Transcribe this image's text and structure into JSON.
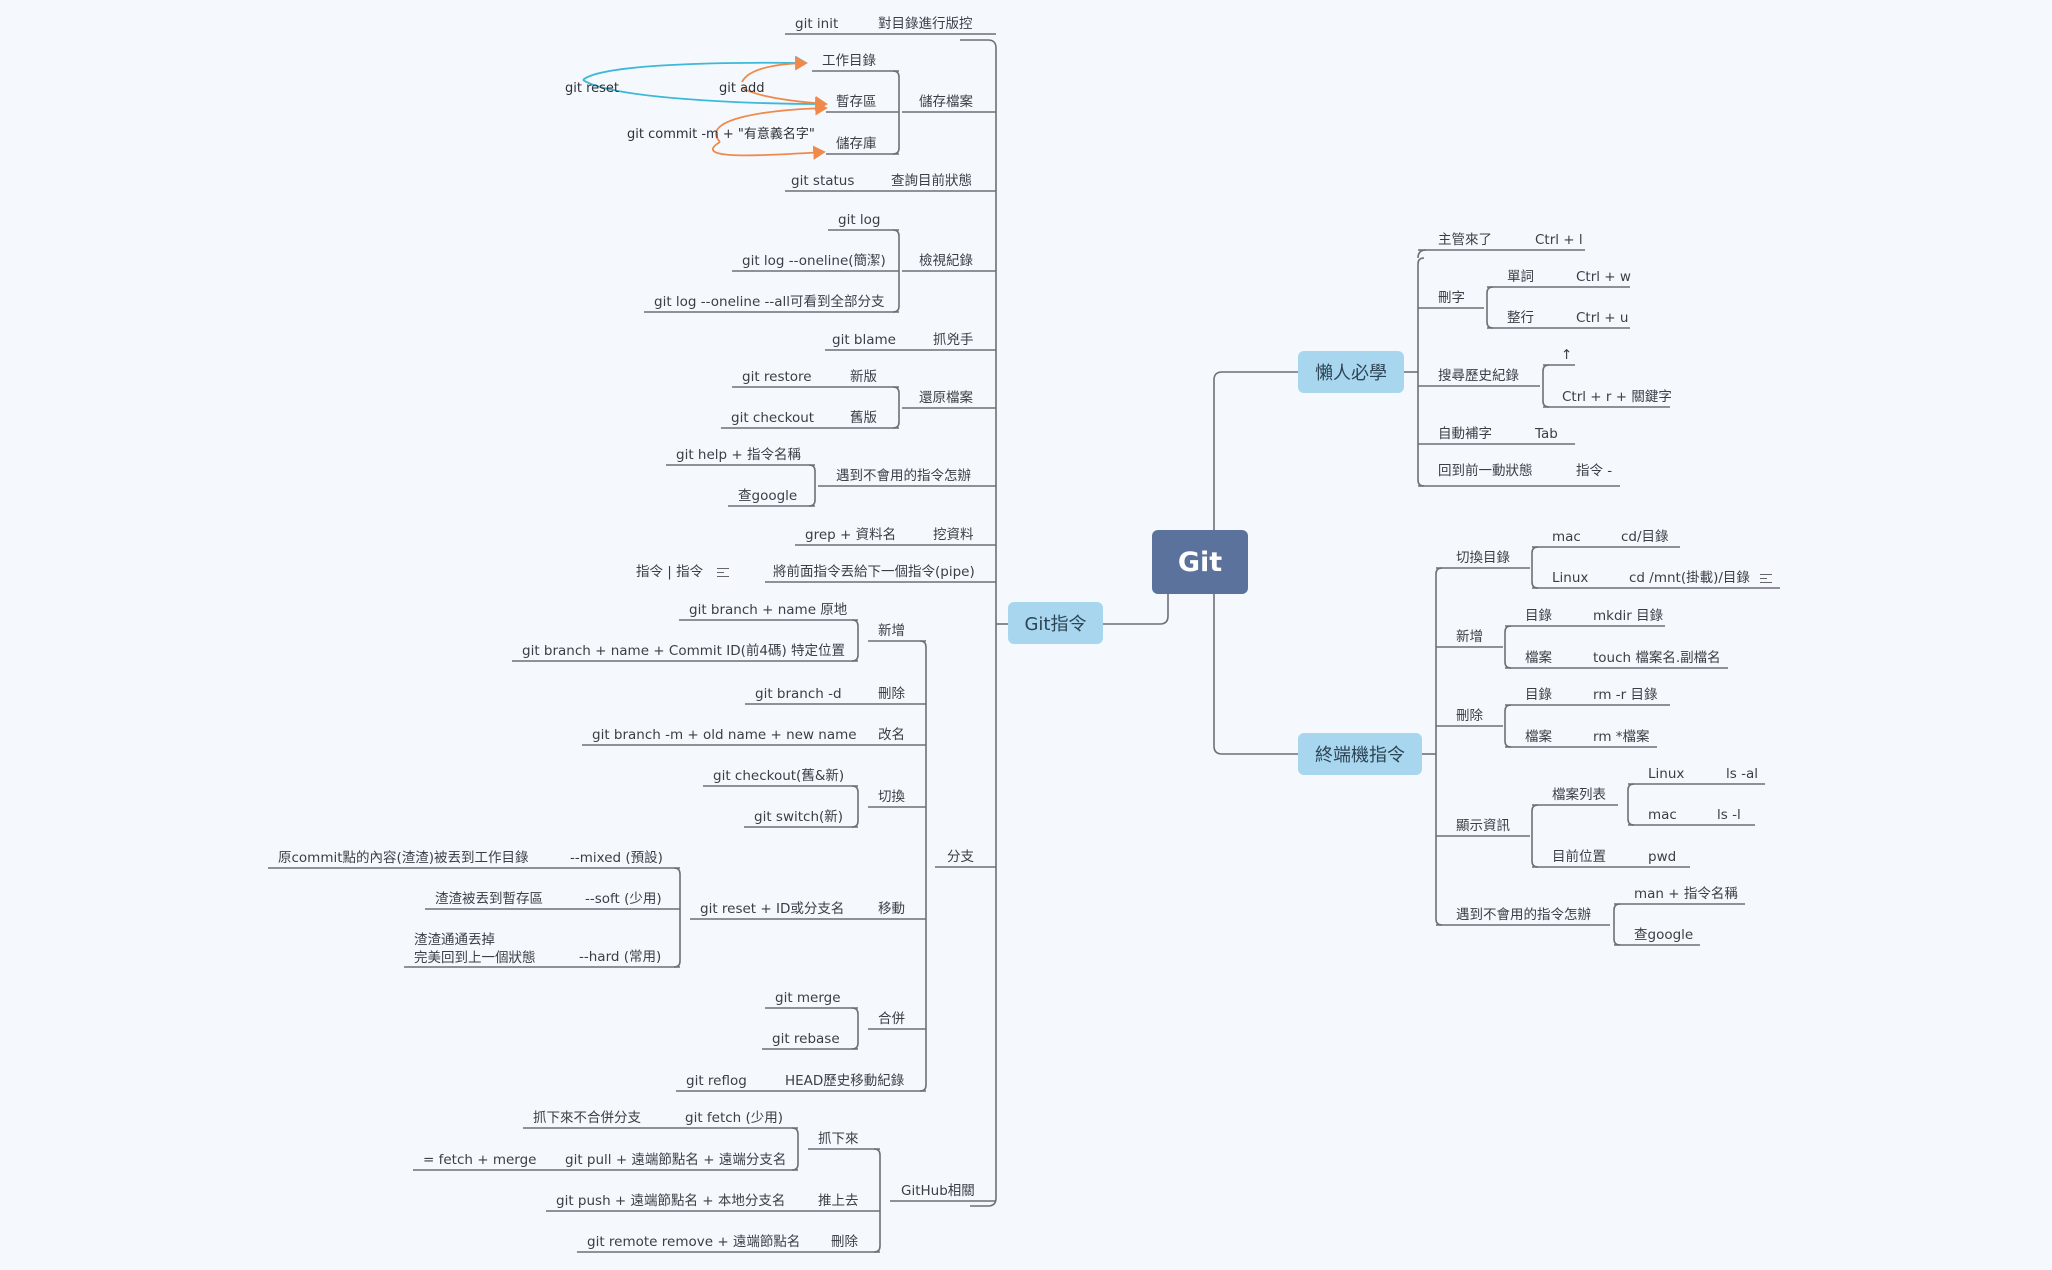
{
  "colors": {
    "background": "#f5f9fd",
    "root_fill": "#5a729c",
    "main_fill": "#a8d6ee",
    "line": "#6d7077",
    "arrow_blue": "#3cb8d8",
    "arrow_orange": "#f08a4b"
  },
  "root": "Git",
  "main": {
    "git": "Git指令",
    "lazy": "懶人必學",
    "terminal": "終端機指令"
  },
  "git": {
    "init": {
      "label": "對目錄進行版控",
      "cmd": "git init"
    },
    "save": {
      "label": "儲存檔案",
      "work": "工作目錄",
      "stage": "暫存區",
      "repo": "儲存庫",
      "git_reset": "git reset",
      "git_add": "git add",
      "git_commit": "git commit -m + \"有意義名字\""
    },
    "status": {
      "label": "查詢目前狀態",
      "cmd": "git status"
    },
    "log": {
      "label": "檢視紀錄",
      "items": [
        "git log",
        "git log --oneline(簡潔)",
        "git log --oneline --all可看到全部分支"
      ]
    },
    "blame": {
      "label": "抓兇手",
      "cmd": "git blame"
    },
    "restore": {
      "label": "還原檔案",
      "new_label": "新版",
      "new_cmd": "git restore",
      "old_label": "舊版",
      "old_cmd": "git checkout"
    },
    "help": {
      "label": "遇到不會用的指令怎辦",
      "items": [
        "git help + 指令名稱",
        "查google"
      ]
    },
    "grep": {
      "label": "挖資料",
      "cmd": "grep + 資料名"
    },
    "pipe": {
      "label": "將前面指令丟給下一個指令(pipe)",
      "cmd": "指令 | 指令"
    },
    "branch": {
      "label": "分支",
      "add": {
        "label": "新增",
        "items": [
          "git branch + name 原地",
          "git branch + name + Commit ID(前4碼) 特定位置"
        ]
      },
      "del": {
        "label": "刪除",
        "cmd": "git branch -d"
      },
      "rename": {
        "label": "改名",
        "cmd": "git branch -m + old name + new name"
      },
      "switch": {
        "label": "切換",
        "items": [
          "git checkout(舊&新)",
          "git switch(新)"
        ]
      },
      "move": {
        "label": "移動",
        "cmd": "git reset + ID或分支名",
        "mixed": "--mixed (預設)",
        "mixed_desc": "原commit點的內容(渣渣)被丟到工作目錄",
        "soft": "--soft (少用)",
        "soft_desc": "渣渣被丟到暫存區",
        "hard": "--hard (常用)",
        "hard_desc": "渣渣通通丟掉\n完美回到上一個狀態"
      },
      "merge": {
        "label": "合併",
        "items": [
          "git merge",
          "git rebase"
        ]
      },
      "reflog": {
        "label": "HEAD歷史移動紀錄",
        "cmd": "git reflog"
      }
    },
    "github": {
      "label": "GitHub相關",
      "fetch": {
        "label": "抓下來",
        "fetch_cmd": "git fetch (少用)",
        "fetch_desc": "抓下來不合併分支",
        "pull_cmd": "git pull + 遠端節點名 + 遠端分支名",
        "pull_desc": "= fetch + merge"
      },
      "push": {
        "label": "推上去",
        "cmd": "git push + 遠端節點名 + 本地分支名"
      },
      "remove": {
        "label": "刪除",
        "cmd": "git remote remove + 遠端節點名"
      }
    }
  },
  "lazy": {
    "boss": {
      "label": "主管來了",
      "key": "Ctrl + l"
    },
    "del": {
      "label": "刪字",
      "word": "單詞",
      "word_key": "Ctrl + w",
      "line": "整行",
      "line_key": "Ctrl + u"
    },
    "hist": {
      "label": "搜尋歷史紀錄",
      "up": "↑",
      "search": "Ctrl + r + 關鍵字"
    },
    "tab": {
      "label": "自動補字",
      "key": "Tab"
    },
    "prev": {
      "label": "回到前一動狀態",
      "key": "指令 -"
    }
  },
  "term": {
    "cd": {
      "label": "切換目錄",
      "mac": "mac",
      "mac_cmd": "cd/目錄",
      "linux": "Linux",
      "linux_cmd": "cd /mnt(掛載)/目錄"
    },
    "add": {
      "label": "新增",
      "dir": "目錄",
      "dir_cmd": "mkdir 目錄",
      "file": "檔案",
      "file_cmd": "touch 檔案名.副檔名"
    },
    "del": {
      "label": "刪除",
      "dir": "目錄",
      "dir_cmd": "rm -r 目錄",
      "file": "檔案",
      "file_cmd": "rm *檔案"
    },
    "info": {
      "label": "顯示資訊",
      "list": "檔案列表",
      "linux": "Linux",
      "linux_cmd": "ls -al",
      "mac": "mac",
      "mac_cmd": "ls -l",
      "pos": "目前位置",
      "pos_cmd": "pwd"
    },
    "help": {
      "label": "遇到不會用的指令怎辦",
      "items": [
        "man + 指令名稱",
        "查google"
      ]
    }
  }
}
